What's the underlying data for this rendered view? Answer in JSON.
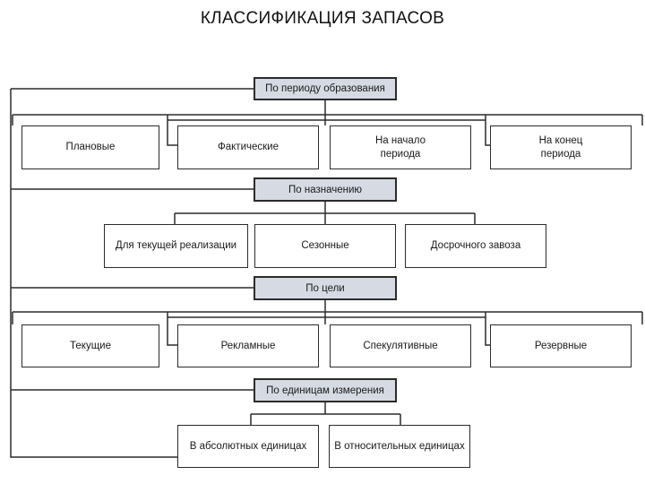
{
  "title": "КЛАССИФИКАЦИЯ ЗАПАСОВ",
  "groups": [
    {
      "category": "По периоду образования",
      "items": [
        "Плановые",
        "Фактические",
        "На начало\nпериода",
        "На конец\nпериода"
      ]
    },
    {
      "category": "По назначению",
      "items": [
        "Для текущей реализации",
        "Сезонные",
        "Досрочного завоза"
      ]
    },
    {
      "category": "По цели",
      "items": [
        "Текущие",
        "Рекламные",
        "Спекулятивные",
        "Резервные"
      ]
    },
    {
      "category": "По единицам измерения",
      "items": [
        "В абсолютных единицах",
        "В относительных единицах"
      ]
    }
  ]
}
